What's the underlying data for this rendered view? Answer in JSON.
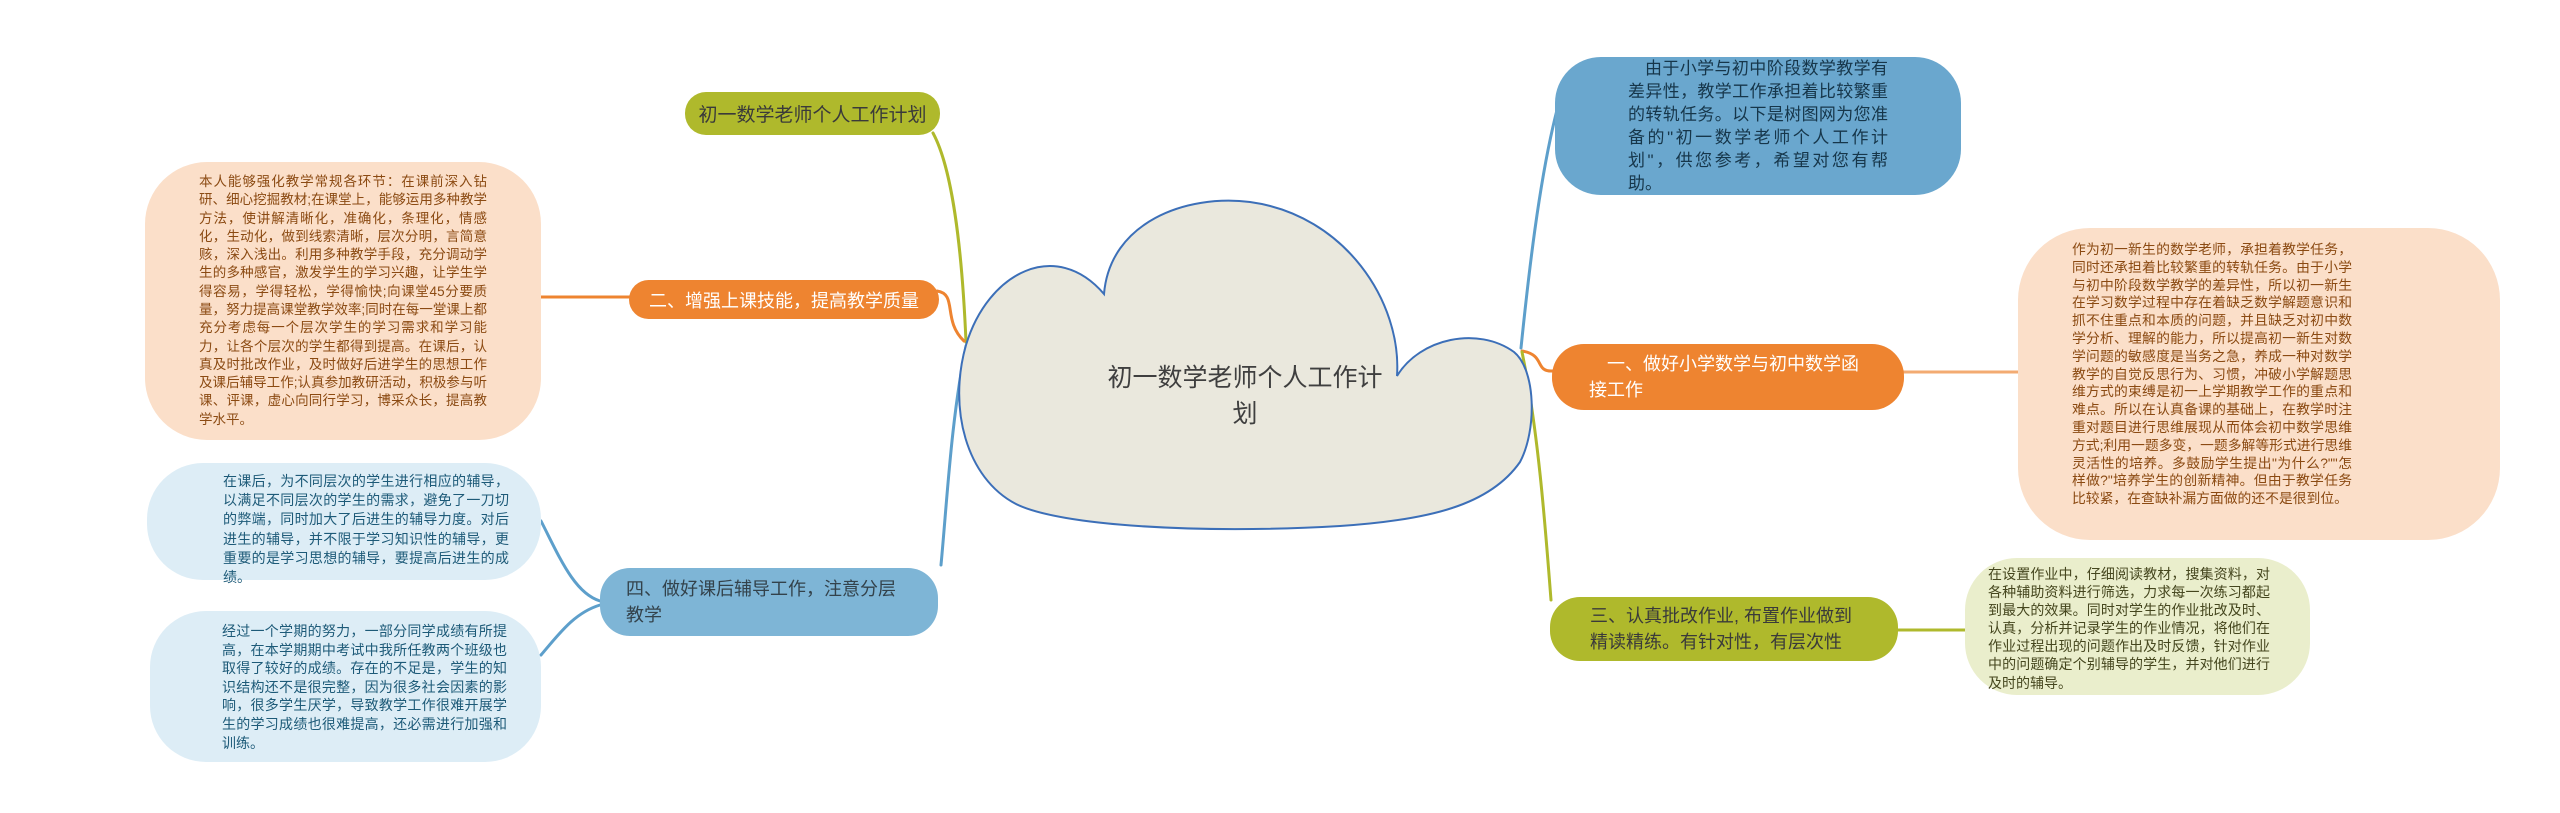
{
  "colors": {
    "olive": "#AFB92C",
    "orange": "#EE8430",
    "blue_line": "#5D9FCB",
    "peach_line": "#F3AB72",
    "intro_blue": "#6AA7CE",
    "branch_blue": "#7EB5D6",
    "cloud_fill": "#EAE8DD",
    "cloud_stroke": "#3C6FB8",
    "peach_note": "#FBDFC9",
    "peach_note_text": "#8B4A12",
    "blue_note": "#DDEDF6",
    "blue_note_text": "#1D5A78",
    "yellow_note": "#EAEECC",
    "yellow_note_text": "#45461E"
  },
  "nodes": {
    "root": "初一数学老师个人工作计划",
    "title": "初一数学老师个人工作计划",
    "intro": "由于小学与初中阶段数学教学有差异性，教学工作承担着比较繁重的转轨任务。以下是树图网为您准备的\"初一数学老师个人工作计划\"，供您参考，希望对您有帮助。",
    "branch1": "一、做好小学数学与初中数学函接工作",
    "branch1_note": "作为初一新生的数学老师，承担着教学任务，同时还承担着比较繁重的转轨任务。由于小学与初中阶段数学教学的差异性，所以初一新生在学习数学过程中存在着缺乏数学解题意识和抓不住重点和本质的问题，并且缺乏对初中数学分析、理解的能力，所以提高初一新生对数学问题的敏感度是当务之急，养成一种对数学教学的自觉反思行为、习惯，冲破小学解题思维方式的束缚是初一上学期教学工作的重点和难点。所以在认真备课的基础上，在教学时注重对题目进行思维展现从而体会初中数学思维方式;利用一题多变，一题多解等形式进行思维灵活性的培养。多鼓励学生提出\"为什么?\"\"怎样做?\"培养学生的创新精神。但由于教学任务比较紧，在查缺补漏方面做的还不是很到位。",
    "branch2": "二、增强上课技能，提高教学质量",
    "branch2_note": "本人能够强化教学常规各环节：在课前深入钻研、细心挖掘教材;在课堂上，能够运用多种教学方法，使讲解清晰化，准确化，条理化，情感化，生动化，做到线索清晰，层次分明，言简意赅，深入浅出。利用多种教学手段，充分调动学生的多种感官，激发学生的学习兴趣，让学生学得容易，学得轻松，学得愉快;向课堂45分要质量，努力提高课堂教学效率;同时在每一堂课上都充分考虑每一个层次学生的学习需求和学习能力，让各个层次的学生都得到提高。在课后，认真及时批改作业，及时做好后进学生的思想工作及课后辅导工作;认真参加教研活动，积极参与听课、评课，虚心向同行学习，博采众长，提高教学水平。",
    "branch3": "三、认真批改作业, 布置作业做到精读精练。有针对性，有层次性",
    "branch3_note": "在设置作业中，仔细阅读教材，搜集资料，对各种辅助资料进行筛选，力求每一次练习都起到最大的效果。同时对学生的作业批改及时、认真，分析并记录学生的作业情况，将他们在作业过程出现的问题作出及时反馈，针对作业中的问题确定个别辅导的学生，并对他们进行及时的辅导。",
    "branch4": "四、做好课后辅导工作，注意分层教学",
    "branch4_note1": "在课后，为不同层次的学生进行相应的辅导，以满足不同层次的学生的需求，避免了一刀切的弊端，同时加大了后进生的辅导力度。对后进生的辅导，并不限于学习知识性的辅导，更重要的是学习思想的辅导，要提高后进生的成绩。",
    "branch4_note2": "经过一个学期的努力，一部分同学成绩有所提高，在本学期期中考试中我所任教两个班级也取得了较好的成绩。存在的不足是，学生的知识结构还不是很完整，因为很多社会因素的影响，很多学生厌学，导致教学工作很难开展学生的学习成绩也很难提高，还必需进行加强和训练。"
  }
}
